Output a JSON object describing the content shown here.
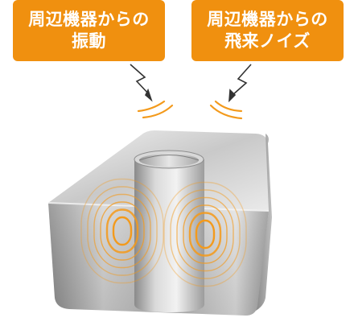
{
  "callouts": [
    {
      "line1": "周辺機器からの",
      "line2": "振動"
    },
    {
      "line1": "周辺機器からの",
      "line2": "飛来ノイズ"
    }
  ],
  "colors": {
    "callout_bg": "#F0900F",
    "wave": "#F39A1C",
    "block_light": "#E2E2E2",
    "block_mid": "#A9A9A9",
    "block_dark": "#7E7E7E"
  },
  "icons": [
    "lightning-arrow-icon",
    "sound-wave-icon"
  ]
}
